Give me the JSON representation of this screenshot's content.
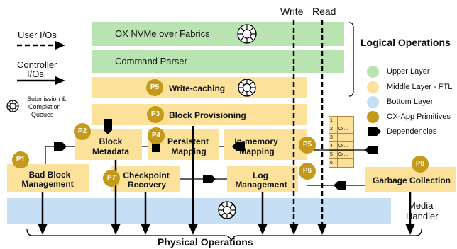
{
  "legend_left": {
    "user_ios": "User I/Os",
    "controller_ios_line1": "Controller",
    "controller_ios_line2": "I/Os",
    "queues_line1": "Submission &",
    "queues_line2": "Completion",
    "queues_line3": "Queues"
  },
  "header": {
    "write": "Write",
    "read": "Read"
  },
  "layers": {
    "nvme": "OX NVMe over Fabrics",
    "parser": "Command Parser",
    "media_line1": "Media",
    "media_line2": "Handler"
  },
  "boxes": {
    "write_caching": "Write-caching",
    "block_provisioning": "Block Provisioning",
    "block_metadata_l1": "Block",
    "block_metadata_l2": "Metadata",
    "persistent_mapping_l1": "Persistent",
    "persistent_mapping_l2": "Mapping",
    "inmemory_mapping_l1": "In-memory",
    "inmemory_mapping_l2": "Mapping",
    "bad_block_l1": "Bad  Block",
    "bad_block_l2": "Management",
    "checkpoint_l1": "Checkpoint",
    "checkpoint_l2": "Recovery",
    "log_l1": "Log",
    "log_l2": "Management",
    "garbage_collection": "Garbage Collection"
  },
  "badges": {
    "p1": "P1",
    "p2": "P2",
    "p3": "P3",
    "p4": "P4",
    "p5": "P5",
    "p6": "P6",
    "p7": "P7",
    "p8": "P8",
    "p9": "P9"
  },
  "mapping_table": {
    "rows": [
      [
        "1",
        ""
      ],
      [
        "2",
        "0x..."
      ],
      [
        "3",
        ""
      ],
      [
        "4",
        "0x..."
      ],
      [
        "5",
        "0x..."
      ],
      [
        "6",
        ""
      ]
    ]
  },
  "legend_right": {
    "title": "Logical Operations",
    "upper": "Upper Layer",
    "middle": "Middle Layer - FTL",
    "bottom": "Bottom Layer",
    "primitives": "OX-App Primitives",
    "dependencies": "Dependencies"
  },
  "colors": {
    "upper": "#b9e3b0",
    "middle": "#fbe19a",
    "bottom": "#c7dff4",
    "primitives": "#c39a1c"
  },
  "footer": {
    "physical": "Physical Operations"
  }
}
